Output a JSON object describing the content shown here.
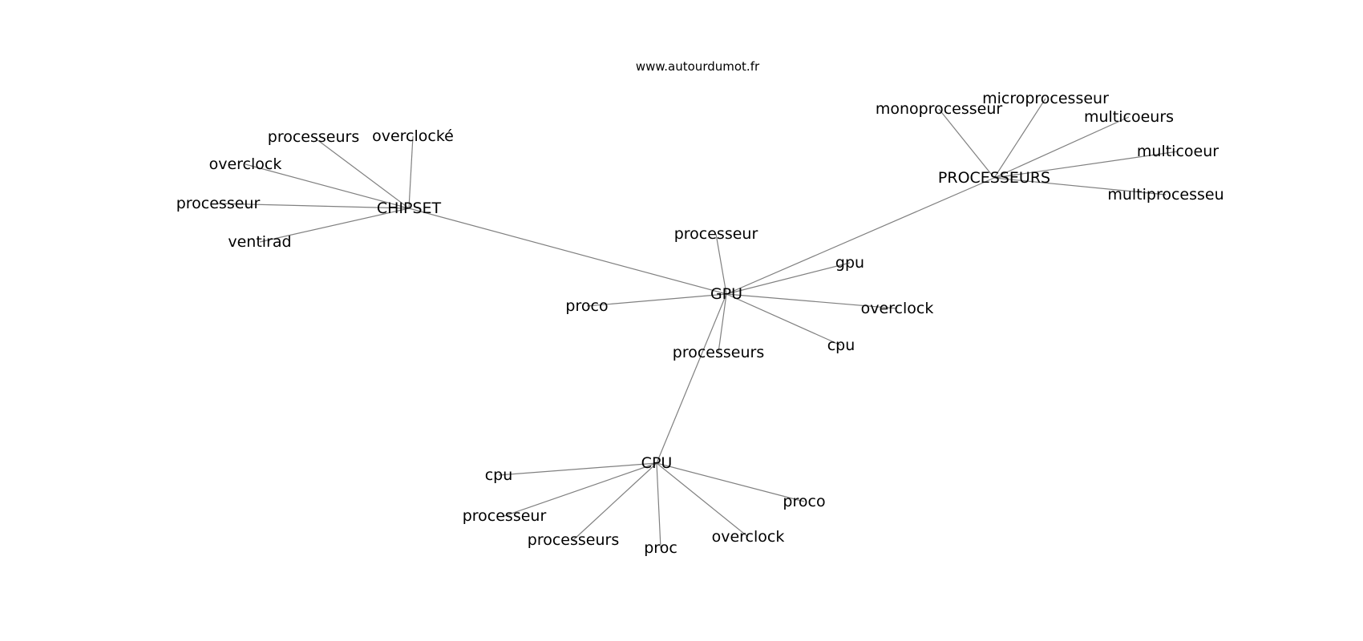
{
  "source": "www.autourdumot.fr",
  "nodes": [
    {
      "id": "gpu",
      "label": "GPU",
      "group": "hub"
    },
    {
      "id": "chipset",
      "label": "CHIPSET",
      "group": "hub"
    },
    {
      "id": "processeurs_hub",
      "label": "PROCESSEURS",
      "group": "hub"
    },
    {
      "id": "cpu_hub",
      "label": "CPU",
      "group": "hub"
    },
    {
      "id": "c_processeurs",
      "label": "processeurs",
      "group": "leaf"
    },
    {
      "id": "c_overclocke",
      "label": "overclocké",
      "group": "leaf"
    },
    {
      "id": "c_overclock",
      "label": "overclock",
      "group": "leaf"
    },
    {
      "id": "c_processeur",
      "label": "processeur",
      "group": "leaf"
    },
    {
      "id": "c_ventirad",
      "label": "ventirad",
      "group": "leaf"
    },
    {
      "id": "p_monoprocesseur",
      "label": "monoprocesseur",
      "group": "leaf"
    },
    {
      "id": "p_microprocesseur",
      "label": "microprocesseur",
      "group": "leaf"
    },
    {
      "id": "p_multicoeurs",
      "label": "multicoeurs",
      "group": "leaf"
    },
    {
      "id": "p_multicoeur",
      "label": "multicoeur",
      "group": "leaf"
    },
    {
      "id": "p_multiprocesseu",
      "label": "multiprocesseu",
      "group": "leaf"
    },
    {
      "id": "g_processeur",
      "label": "processeur",
      "group": "leaf"
    },
    {
      "id": "g_gpu",
      "label": "gpu",
      "group": "leaf"
    },
    {
      "id": "g_proco",
      "label": "proco",
      "group": "leaf"
    },
    {
      "id": "g_overclock",
      "label": "overclock",
      "group": "leaf"
    },
    {
      "id": "g_cpu",
      "label": "cpu",
      "group": "leaf"
    },
    {
      "id": "g_processeurs",
      "label": "processeurs",
      "group": "leaf"
    },
    {
      "id": "u_cpu",
      "label": "cpu",
      "group": "leaf"
    },
    {
      "id": "u_processeur",
      "label": "processeur",
      "group": "leaf"
    },
    {
      "id": "u_processeurs",
      "label": "processeurs",
      "group": "leaf"
    },
    {
      "id": "u_proc",
      "label": "proc",
      "group": "leaf"
    },
    {
      "id": "u_overclock",
      "label": "overclock",
      "group": "leaf"
    },
    {
      "id": "u_proco",
      "label": "proco",
      "group": "leaf"
    }
  ],
  "edges": [
    [
      "gpu",
      "chipset"
    ],
    [
      "gpu",
      "processeurs_hub"
    ],
    [
      "gpu",
      "cpu_hub"
    ],
    [
      "chipset",
      "c_processeurs"
    ],
    [
      "chipset",
      "c_overclocke"
    ],
    [
      "chipset",
      "c_overclock"
    ],
    [
      "chipset",
      "c_processeur"
    ],
    [
      "chipset",
      "c_ventirad"
    ],
    [
      "processeurs_hub",
      "p_monoprocesseur"
    ],
    [
      "processeurs_hub",
      "p_microprocesseur"
    ],
    [
      "processeurs_hub",
      "p_multicoeurs"
    ],
    [
      "processeurs_hub",
      "p_multicoeur"
    ],
    [
      "processeurs_hub",
      "p_multiprocesseu"
    ],
    [
      "gpu",
      "g_processeur"
    ],
    [
      "gpu",
      "g_gpu"
    ],
    [
      "gpu",
      "g_proco"
    ],
    [
      "gpu",
      "g_overclock"
    ],
    [
      "gpu",
      "g_cpu"
    ],
    [
      "gpu",
      "g_processeurs"
    ],
    [
      "cpu_hub",
      "u_cpu"
    ],
    [
      "cpu_hub",
      "u_processeur"
    ],
    [
      "cpu_hub",
      "u_processeurs"
    ],
    [
      "cpu_hub",
      "u_proc"
    ],
    [
      "cpu_hub",
      "u_overclock"
    ],
    [
      "cpu_hub",
      "u_proco"
    ]
  ],
  "colors": {
    "edge": "#808080",
    "text": "#000000",
    "background": "#ffffff"
  }
}
